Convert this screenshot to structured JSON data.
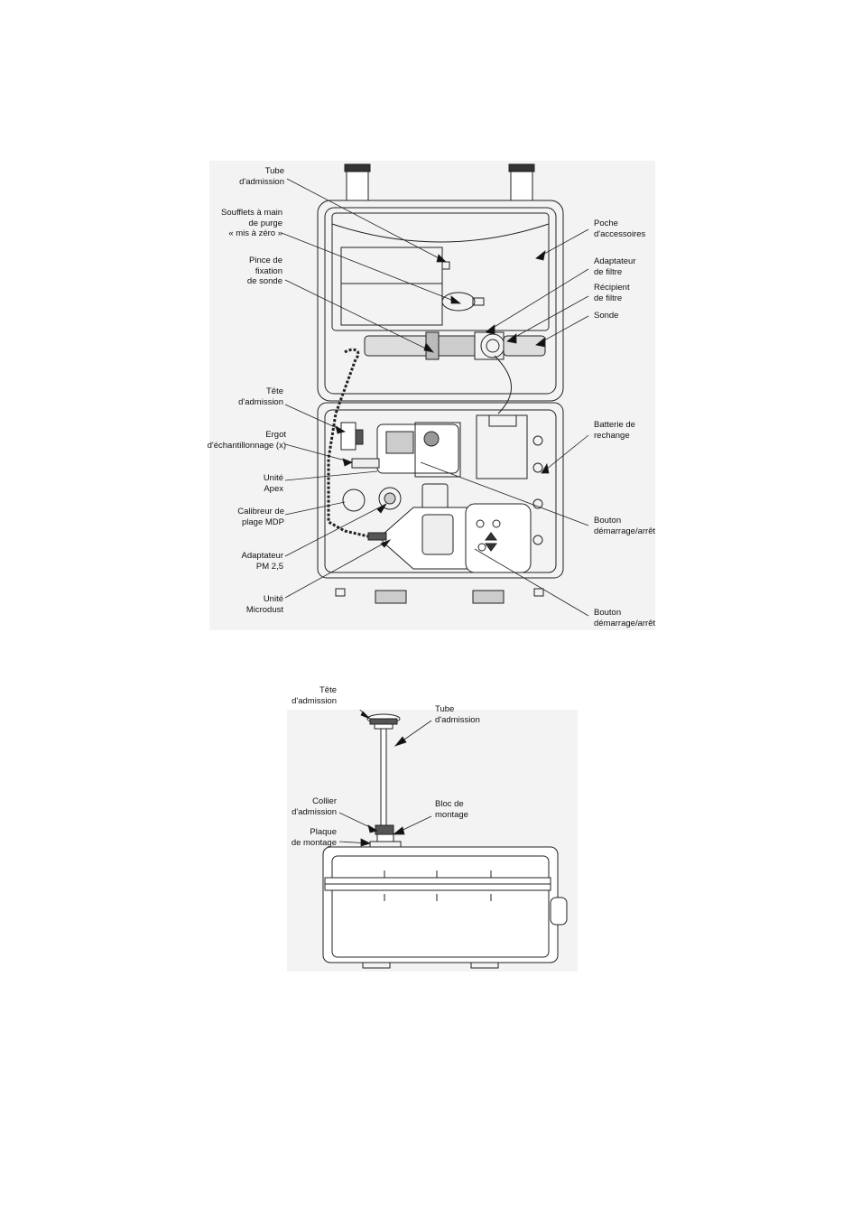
{
  "figure1": {
    "labels": {
      "tube_admission": "Tube\nd'admission",
      "soufflets": "Soufflets à main\nde purge\n« mis à zéro »",
      "pince": "Pince de\nfixation\nde sonde",
      "tete_admission": "Tête\nd'admission",
      "ergot": "Ergot\nd'échantillonnage (x)",
      "unite_apex": "Unité\nApex",
      "calibreur": "Calibreur de\nplage MDP",
      "adaptateur_pm": "Adaptateur\nPM 2,5",
      "unite_microdust": "Unité\nMicrodust",
      "poche": "Poche\nd'accessoires",
      "adaptateur_filtre": "Adaptateur\nde filtre",
      "recipient_filtre": "Récipient\nde filtre",
      "sonde": "Sonde",
      "batterie": "Batterie de\nrechange",
      "bouton1": "Bouton\ndémarrage/arrêt",
      "bouton2": "Bouton\ndémarrage/arrêt"
    }
  },
  "figure2": {
    "labels": {
      "tete_admission": "Tête\nd'admission",
      "tube_admission": "Tube\nd'admission",
      "collier": "Collier\nd'admission",
      "bloc": "Bloc de\nmontage",
      "plaque": "Plaque\nde montage"
    }
  }
}
